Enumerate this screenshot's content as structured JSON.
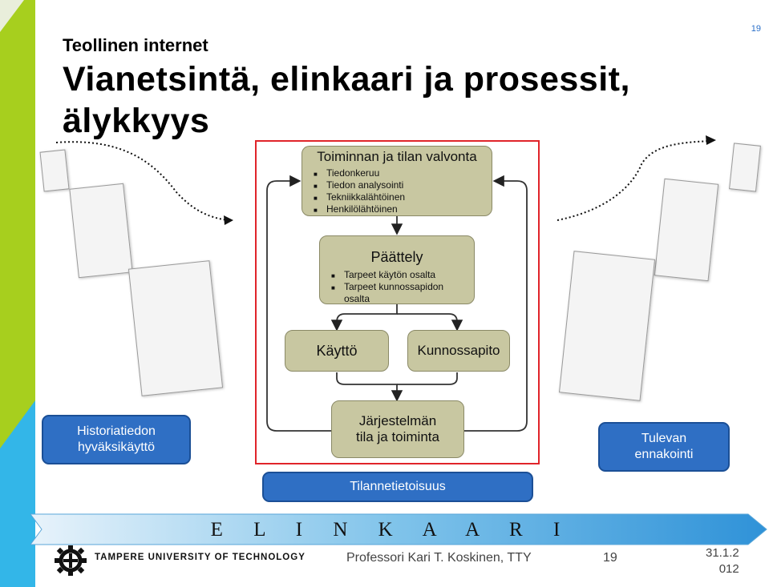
{
  "header": {
    "page_number": "19",
    "subtitle": "Teollinen internet",
    "title_line1": "Vianetsintä, elinkaari ja prosessit,",
    "title_line2": "älykkyys"
  },
  "diagram": {
    "monitoring": {
      "title": "Toiminnan ja tilan valvonta",
      "items": [
        "Tiedonkeruu",
        "Tiedon analysointi",
        "Tekniikkalähtöinen",
        "Henkilölähtöinen"
      ]
    },
    "reasoning": {
      "title": "Päättely",
      "items": [
        "Tarpeet käytön osalta",
        "Tarpeet kunnossapidon osalta"
      ]
    },
    "usage": "Käyttö",
    "maintenance": "Kunnossapito",
    "system_state_line1": "Järjestelmän",
    "system_state_line2": "tila ja toiminta"
  },
  "pills": {
    "history_line1": "Historiatiedon",
    "history_line2": "hyväksikäyttö",
    "future_line1": "Tulevan",
    "future_line2": "ennakointi",
    "situational": "Tilannetietoisuus"
  },
  "lifecycle_label": "E L I N K A A R I",
  "footer": {
    "university": "TAMPERE UNIVERSITY OF TECHNOLOGY",
    "author": "Professori Kari T. Koskinen, TTY",
    "page": "19",
    "date_line1": "31.1.2",
    "date_line2": "012"
  },
  "colors": {
    "accent_blue": "#2f6fc4",
    "box_fill": "#c8c7a1",
    "frame_red": "#e0242a",
    "bar_green": "#a7cf1e",
    "bar_cyan": "#33b6e8"
  }
}
